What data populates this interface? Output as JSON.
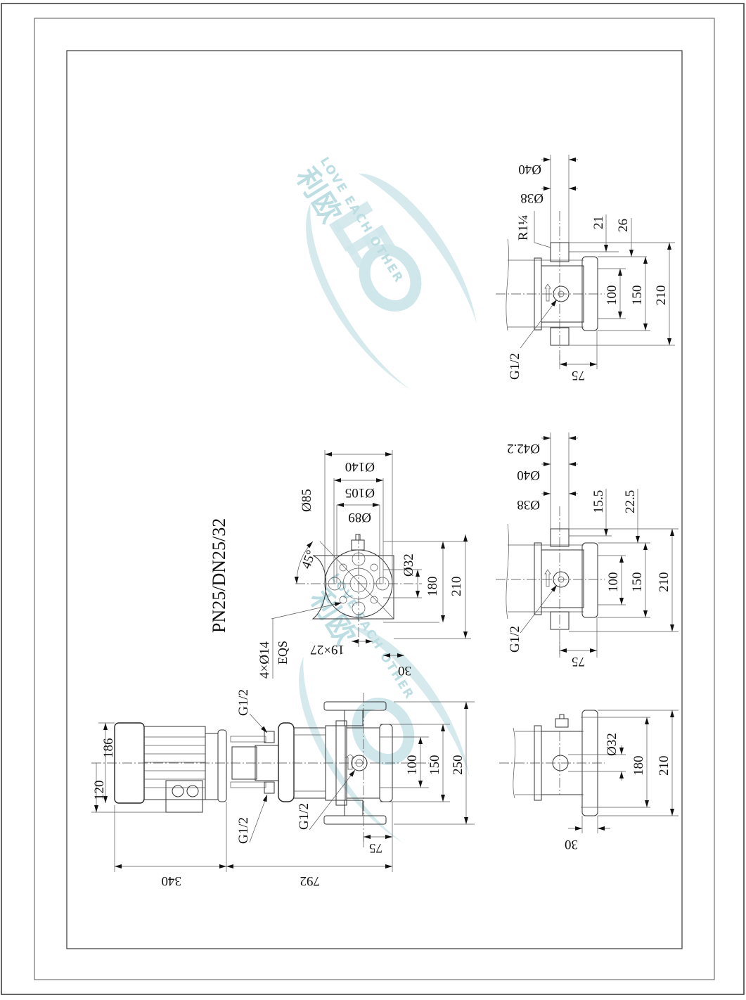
{
  "drawing": {
    "title": "PN25/DN25/32",
    "orientation": "rotated 90deg (landscape sheet shown in portrait)",
    "colors": {
      "line": "#333333",
      "frame": "#444444",
      "watermark": "#cfe6ea"
    },
    "watermark": {
      "brand": "LEO",
      "chinese": "利欧",
      "slogan": "LOVE EACH OTHER"
    }
  },
  "side_view": {
    "motor_height_upper": "186",
    "motor_height_lower": "120",
    "overall_length_motor": "340",
    "overall_length_pump": "792",
    "port_offset": "75",
    "port_label_top": "G1/2",
    "port_label_bottom": "G1/2",
    "port_label_center": "G1/2",
    "height_100": "100",
    "height_150": "150",
    "height_250": "250"
  },
  "flange_view": {
    "dia_140": "Ø140",
    "dia_105": "Ø105",
    "dia_89": "Ø89",
    "dia_85": "Ø85",
    "angle": "45°",
    "dia_32": "Ø32",
    "dim_180": "180",
    "dim_210": "210",
    "holes": "4×Ø14",
    "holes_note": "EQS",
    "slot": "19×27",
    "offset_30": "30"
  },
  "right_view_top": {
    "dia_40": "Ø40",
    "dia_38": "Ø38",
    "thread": "R1¼",
    "dim_21": "21",
    "dim_26": "26",
    "dim_100": "100",
    "dim_150": "150",
    "dim_210": "210",
    "port_label": "G1/2",
    "offset_75": "75"
  },
  "right_view_middle": {
    "dia_42_2": "Ø42.2",
    "dia_40": "Ø40",
    "dia_38": "Ø38",
    "dim_15_5": "15.5",
    "dim_22_5": "22.5",
    "dim_100": "100",
    "dim_150": "150",
    "dim_210": "210",
    "port_label": "G1/2",
    "offset_75": "75"
  },
  "right_view_bottom": {
    "dia_32": "Ø32",
    "dim_180": "180",
    "dim_210": "210",
    "offset_30": "30"
  }
}
